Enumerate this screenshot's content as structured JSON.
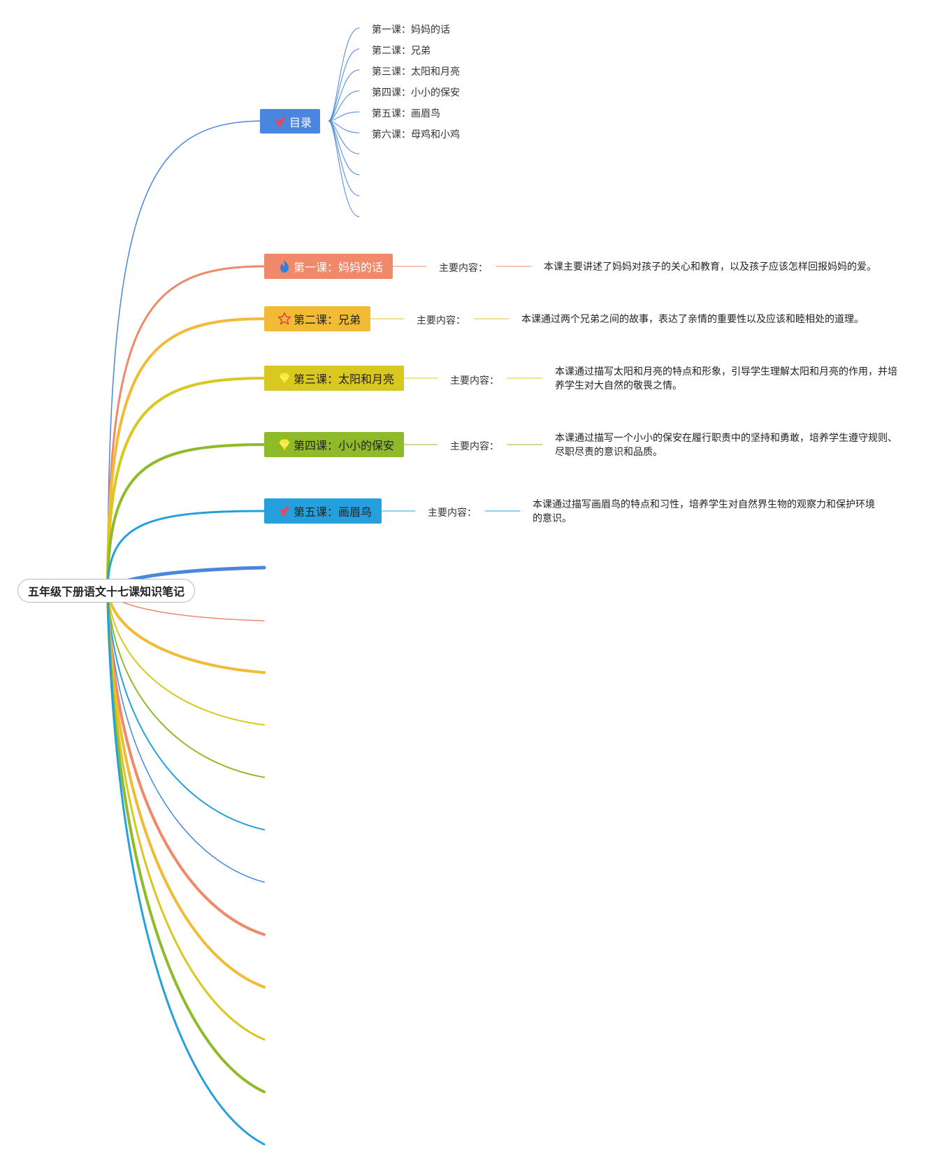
{
  "root": {
    "title": "五年级下册语文十七课知识笔记"
  },
  "toc": {
    "title": "目录",
    "icon": "pin-icon",
    "color": "#4a86de",
    "items": [
      "第一课：妈妈的话",
      "第二课：兄弟",
      "第三课：太阳和月亮",
      "第四课：小小的保安",
      "第五课：画眉鸟",
      "第六课：母鸡和小鸡"
    ]
  },
  "lessons": [
    {
      "title": "第一课：妈妈的话",
      "icon": "fire-icon",
      "color": "#f0886a",
      "label": "主要内容：",
      "description": "本课主要讲述了妈妈对孩子的关心和教育，以及孩子应该怎样回报妈妈的爱。"
    },
    {
      "title": "第二课：兄弟",
      "icon": "star-icon",
      "color": "#f2bb36",
      "label": "主要内容：",
      "description": "本课通过两个兄弟之间的故事，表达了亲情的重要性以及应该和睦相处的道理。"
    },
    {
      "title": "第三课：太阳和月亮",
      "icon": "diamond-icon",
      "color": "#d8c820",
      "label": "主要内容：",
      "description": "本课通过描写太阳和月亮的特点和形象，引导学生理解太阳和月亮的作用，并培养学生对大自然的敬畏之情。"
    },
    {
      "title": "第四课：小小的保安",
      "icon": "diamond-icon",
      "color": "#8fbb2a",
      "label": "主要内容：",
      "description": "本课通过描写一个小小的保安在履行职责中的坚持和勇敢，培养学生遵守规则、尽职尽责的意识和品质。"
    },
    {
      "title": "第五课：画眉鸟",
      "icon": "pin-icon",
      "color": "#26a0dc",
      "label": "主要内容：",
      "description": "本课通过描写画眉鸟的特点和习性，培养学生对自然界生物的观察力和保护环境的意识。"
    }
  ],
  "colors": {
    "blue": "#4a86de",
    "orange": "#f0886a",
    "gold": "#f2bb36",
    "yellow": "#d8c820",
    "green": "#8fbb2a",
    "cyan": "#26a0dc"
  }
}
